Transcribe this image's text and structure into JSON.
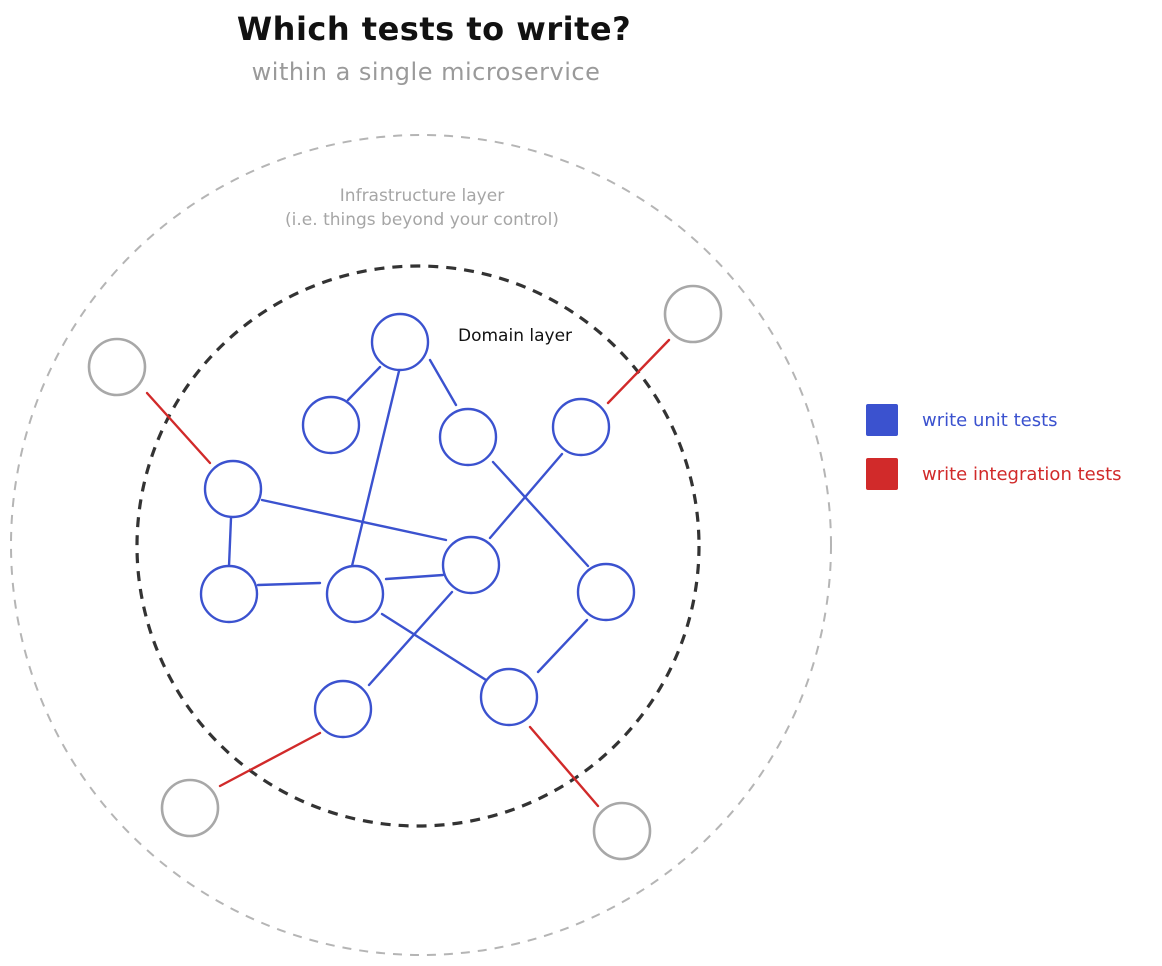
{
  "title": "Which tests to write?",
  "subtitle": "within a single microservice",
  "layers": {
    "infrastructure": {
      "label_line1": "Infrastructure layer",
      "label_line2": "(i.e. things beyond your control)"
    },
    "domain": {
      "label": "Domain layer"
    }
  },
  "legend": [
    {
      "label": "write unit tests",
      "color": "#3b52cf"
    },
    {
      "label": "write integration tests",
      "color": "#d12a2a"
    }
  ],
  "colors": {
    "unit": "#3b52cf",
    "integration": "#d12a2a",
    "external_node": "#a8a8a8",
    "domain_boundary": "#333333",
    "infra_boundary": "#b5b5b5",
    "title": "#111111",
    "subtitle": "#9a9a9a"
  },
  "nodes": [
    {
      "id": "n1",
      "kind": "domain"
    },
    {
      "id": "n2",
      "kind": "domain"
    },
    {
      "id": "n3",
      "kind": "domain"
    },
    {
      "id": "n4",
      "kind": "domain"
    },
    {
      "id": "n5",
      "kind": "domain"
    },
    {
      "id": "n6",
      "kind": "domain"
    },
    {
      "id": "n7",
      "kind": "domain"
    },
    {
      "id": "n8",
      "kind": "domain"
    },
    {
      "id": "n9",
      "kind": "domain"
    },
    {
      "id": "n10",
      "kind": "domain"
    },
    {
      "id": "n11",
      "kind": "domain"
    },
    {
      "id": "n12",
      "kind": "domain"
    },
    {
      "id": "e1",
      "kind": "external"
    },
    {
      "id": "e2",
      "kind": "external"
    },
    {
      "id": "e3",
      "kind": "external"
    },
    {
      "id": "e4",
      "kind": "external"
    }
  ],
  "edges": [
    {
      "from": "n1",
      "to": "n2",
      "type": "unit"
    },
    {
      "from": "n1",
      "to": "n3",
      "type": "unit"
    },
    {
      "from": "n1",
      "to": "n8",
      "type": "unit"
    },
    {
      "from": "n3",
      "to": "n11",
      "type": "unit"
    },
    {
      "from": "n4",
      "to": "n9",
      "type": "unit"
    },
    {
      "from": "n5",
      "to": "n6",
      "type": "unit"
    },
    {
      "from": "n5",
      "to": "n9",
      "type": "unit"
    },
    {
      "from": "n6",
      "to": "n8",
      "type": "unit"
    },
    {
      "from": "n8",
      "to": "n9",
      "type": "unit"
    },
    {
      "from": "n8",
      "to": "n12",
      "type": "unit"
    },
    {
      "from": "n9",
      "to": "n10",
      "type": "unit"
    },
    {
      "from": "n11",
      "to": "n12",
      "type": "unit"
    },
    {
      "from": "e1",
      "to": "n5",
      "type": "integration"
    },
    {
      "from": "e2",
      "to": "n4",
      "type": "integration"
    },
    {
      "from": "e3",
      "to": "n10",
      "type": "integration"
    },
    {
      "from": "e4",
      "to": "n12",
      "type": "integration"
    }
  ]
}
